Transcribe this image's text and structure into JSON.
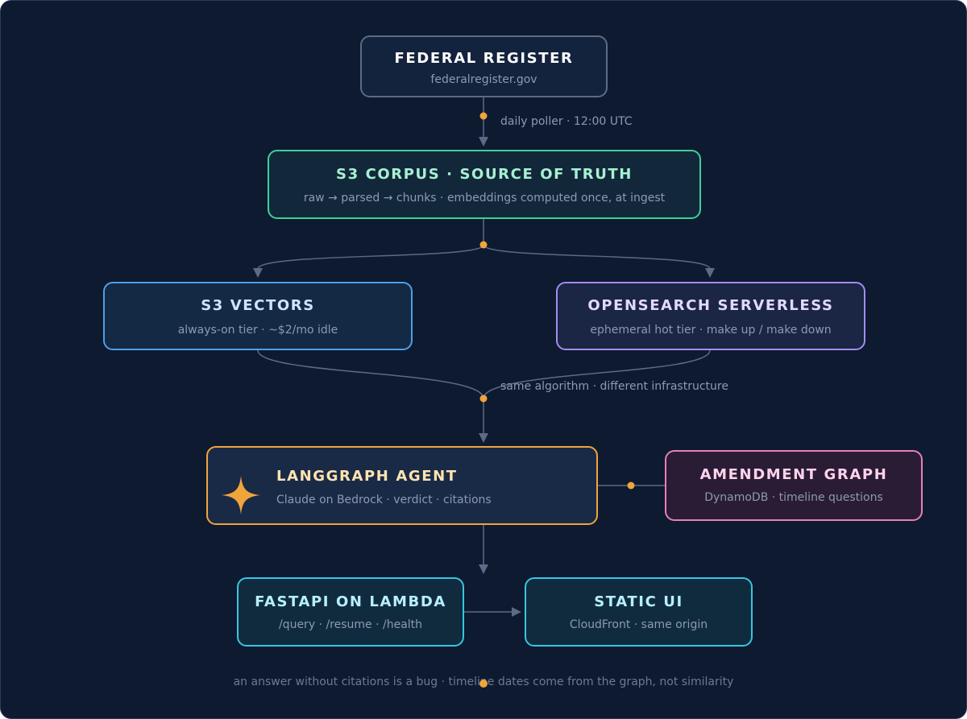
{
  "nodes": {
    "federal_register": {
      "title": "FEDERAL REGISTER",
      "subtitle": "federalregister.gov"
    },
    "s3_corpus": {
      "title": "S3 CORPUS · SOURCE OF TRUTH",
      "subtitle": "raw → parsed → chunks · embeddings computed once, at ingest"
    },
    "s3_vectors": {
      "title": "S3 VECTORS",
      "subtitle": "always-on tier · ~$2/mo idle"
    },
    "opensearch": {
      "title": "OPENSEARCH SERVERLESS",
      "subtitle": "ephemeral hot tier · make up / make down"
    },
    "langgraph_agent": {
      "title": "LANGGRAPH AGENT",
      "subtitle": "Claude on Bedrock · verdict · citations",
      "icon": "sparkle-icon"
    },
    "amendment_graph": {
      "title": "AMENDMENT GRAPH",
      "subtitle": "DynamoDB · timeline questions"
    },
    "fastapi": {
      "title": "FASTAPI ON LAMBDA",
      "subtitle": "/query · /resume · /health"
    },
    "static_ui": {
      "title": "STATIC UI",
      "subtitle": "CloudFront · same origin"
    }
  },
  "edges": {
    "poller_label": "daily poller · 12:00 UTC",
    "merge_label": "same algorithm · different infrastructure"
  },
  "footer": "an answer without citations is a bug · timeline dates come from the graph, not similarity",
  "colors": {
    "background": "#0d1a30",
    "connector": "#5c6b85",
    "junction_dot": "#f0a53a",
    "federal_register": "#5c6b85",
    "s3_corpus": "#3ecf9a",
    "s3_vectors": "#4f9fe8",
    "opensearch": "#a58cf0",
    "langgraph_agent": "#f0a53a",
    "amendment_graph": "#e87fbd",
    "fastapi": "#38c6e0",
    "static_ui": "#38c6e0"
  }
}
